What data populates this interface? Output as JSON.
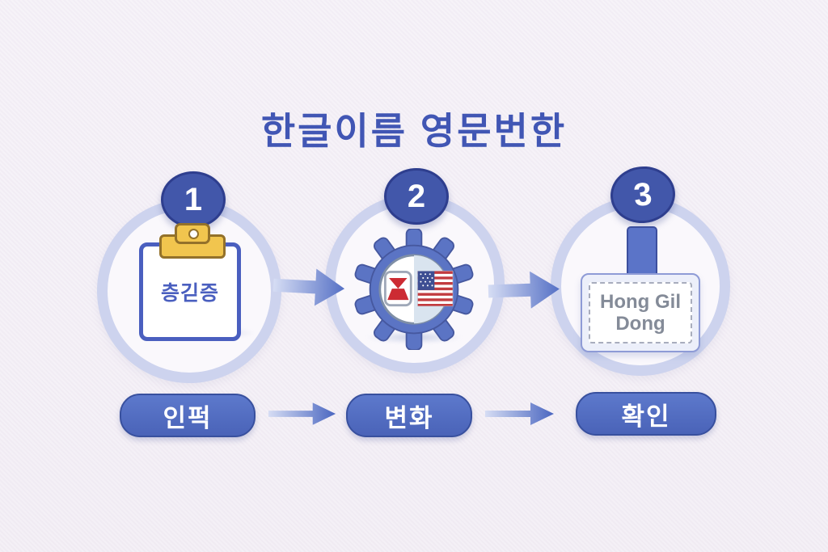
{
  "title": "한글이름 영문번한",
  "steps": [
    {
      "number": "1",
      "label": "인퍽",
      "clipboard_text": "층긷증",
      "icon": "clipboard-icon"
    },
    {
      "number": "2",
      "label": "변화",
      "icon": "gear-with-flags-icon"
    },
    {
      "number": "3",
      "label": "확인",
      "icon": "name-badge-icon",
      "name_line1": "Hong Gil",
      "name_line2": "Dong"
    }
  ],
  "icons": {
    "clipboard": "clipboard-icon",
    "gear": "gear-icon",
    "korea_flag": "korea-flag-icon",
    "usa_flag": "usa-flag-icon",
    "name_badge": "name-badge-icon",
    "arrow_right": "arrow-right-icon"
  },
  "colors": {
    "background": "#f3eff6",
    "title_text": "#4156b4",
    "badge_fill": "#4257aa",
    "ring": "#cdd3ee",
    "clipboard_border": "#4a5fbf",
    "clip_yellow": "#f1c54e",
    "gear_blue": "#5b74c4",
    "flag_red": "#c23b3f",
    "flag_canton_blue": "#3e4f93",
    "pill_fill": "#5273c6",
    "pill_text": "#ffffff",
    "name_text_gray": "#848b98",
    "arrow_blue": "#5570c5"
  }
}
